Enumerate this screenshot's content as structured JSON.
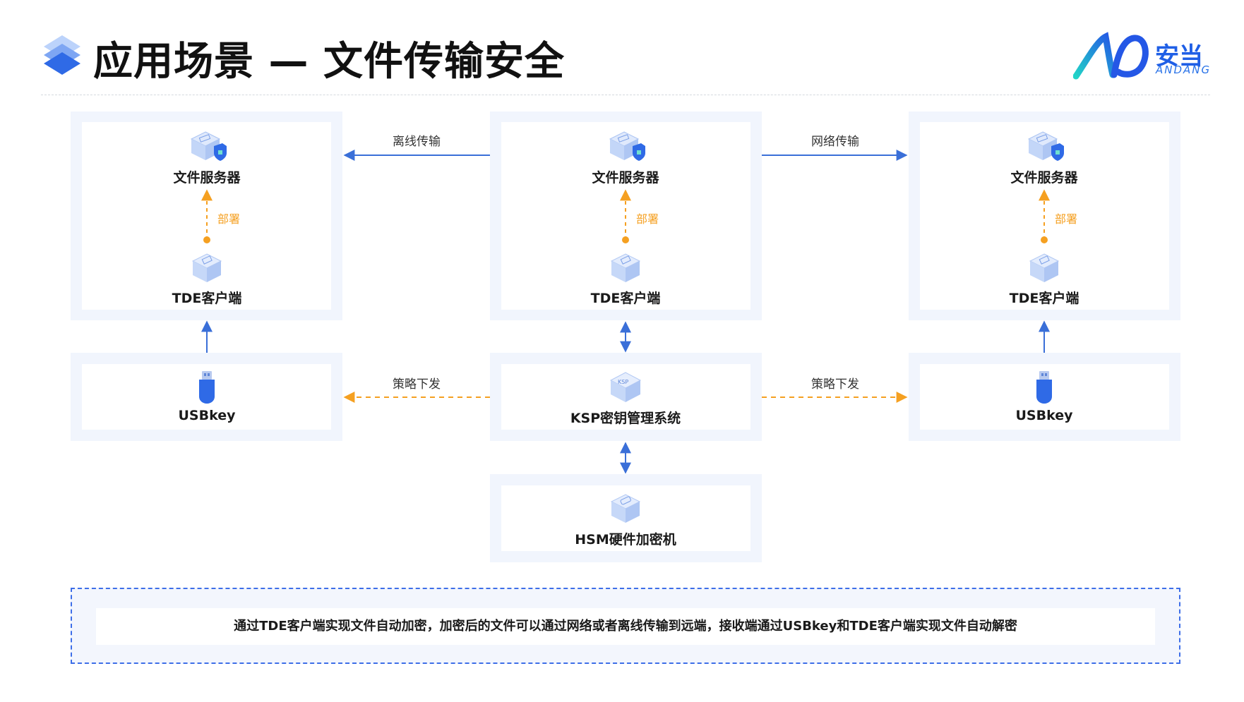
{
  "header": {
    "title": "应用场景 — 文件传输安全",
    "logo_cn": "安当",
    "logo_en": "ANDANG"
  },
  "nodes": {
    "left": {
      "server": "文件服务器",
      "client": "TDE客户端",
      "deploy": "部署",
      "usbkey": "USBkey"
    },
    "center": {
      "server": "文件服务器",
      "client": "TDE客户端",
      "deploy": "部署",
      "ksp": "KSP密钥管理系统",
      "hsm": "HSM硬件加密机"
    },
    "right": {
      "server": "文件服务器",
      "client": "TDE客户端",
      "deploy": "部署",
      "usbkey": "USBkey"
    }
  },
  "edges": {
    "offline": "离线传输",
    "network": "网络传输",
    "policy_left": "策略下发",
    "policy_right": "策略下发"
  },
  "summary": "通过TDE客户端实现文件自动加密，加密后的文件可以通过网络或者离线传输到远端，接收端通过USBkey和TDE客户端实现文件自动解密",
  "colors": {
    "accent": "#3a6fd8",
    "deploy": "#f5a021",
    "frame": "#f1f5fd"
  }
}
